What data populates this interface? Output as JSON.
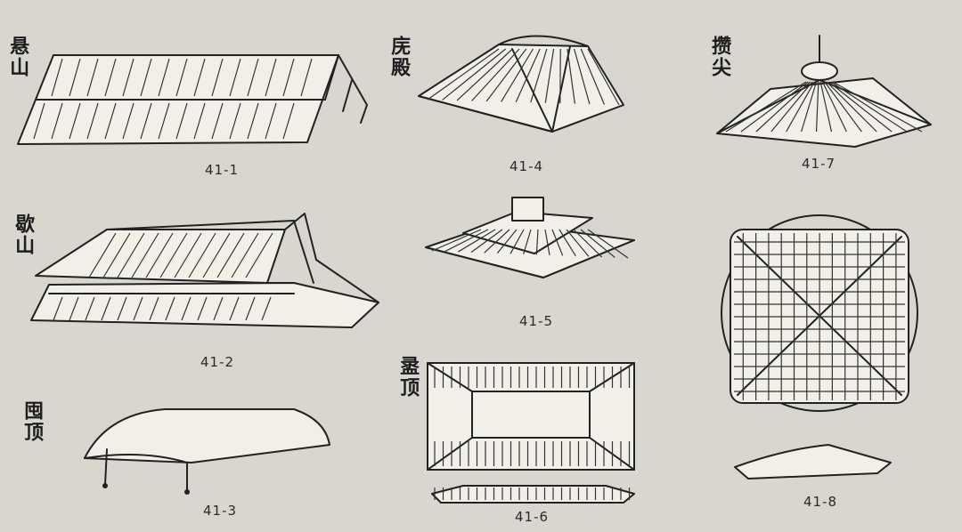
{
  "figures": [
    {
      "id": "41-1",
      "label": "悬山",
      "caption": "41-1"
    },
    {
      "id": "41-2",
      "label": "歇山",
      "caption": "41-2"
    },
    {
      "id": "41-3",
      "label": "囤顶",
      "caption": "41-3"
    },
    {
      "id": "41-4",
      "label": "庑殿",
      "caption": "41-4"
    },
    {
      "id": "41-5",
      "label": "",
      "caption": "41-5"
    },
    {
      "id": "41-6",
      "label": "盝顶",
      "caption": "41-6"
    },
    {
      "id": "41-7",
      "label": "攒尖",
      "caption": "41-7"
    },
    {
      "id": "41-8",
      "label": "",
      "caption": "41-8"
    }
  ],
  "colors": {
    "paper": "#d9d6cf",
    "ink": "#222222"
  }
}
